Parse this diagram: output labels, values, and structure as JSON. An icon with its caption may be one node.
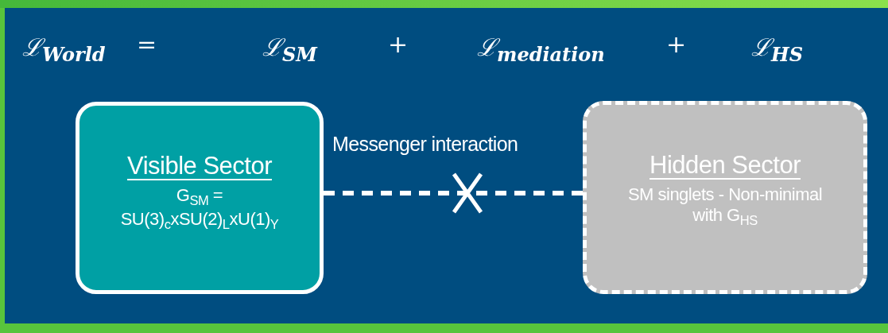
{
  "diagram": {
    "nodes": [
      {
        "text": [
          "Visible Sector",
          "G$_{SM}$ = SU(3)$_{c}$xSU(2)$_{L}$xU(1)$_{Y}$"
        ]
      },
      {
        "text": [
          "Hidden Sector",
          "SM singlets - Non-minimal with G$_{HS}$"
        ]
      }
    ],
    "edges": [
      {
        "from": 0,
        "to": 1,
        "arrow": "none",
        "style": "dashed",
        "label": "Messenger interaction"
      }
    ],
    "labels": [
      "ℒ$_{World}$",
      "=",
      "ℒ$_{SM}$",
      "+",
      "ℒ$_{mediation}$",
      "+",
      "ℒ$_{HS}$"
    ]
  }
}
